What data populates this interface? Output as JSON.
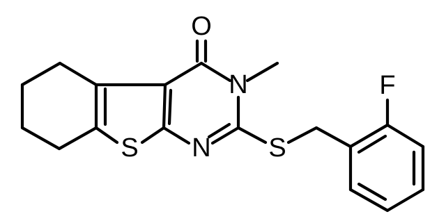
{
  "structure": {
    "atoms": {
      "oxygen": "O",
      "nitrogen_methyl": "N",
      "nitrogen_ring": "N",
      "sulfur_thiophene": "S",
      "sulfur_thioether": "S",
      "fluorine": "F"
    },
    "colors": {
      "bonds": "#000000",
      "labels": "#000000",
      "background": "#ffffff"
    }
  }
}
